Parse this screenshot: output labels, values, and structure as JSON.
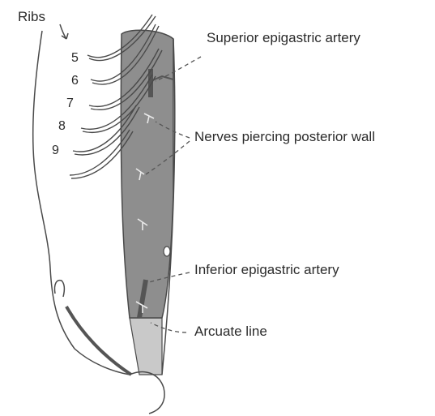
{
  "labels": {
    "ribs": "Ribs",
    "superior": "Superior epigastric artery",
    "nerves": "Nerves piercing posterior wall",
    "inferior": "Inferior epigastric artery",
    "arcuate": "Arcuate line"
  },
  "rib_numbers": [
    "5",
    "6",
    "7",
    "8",
    "9"
  ],
  "colors": {
    "sheath_dark": "#8e8e8e",
    "sheath_light": "#c9c9c9",
    "outline": "#4a4a4a"
  }
}
